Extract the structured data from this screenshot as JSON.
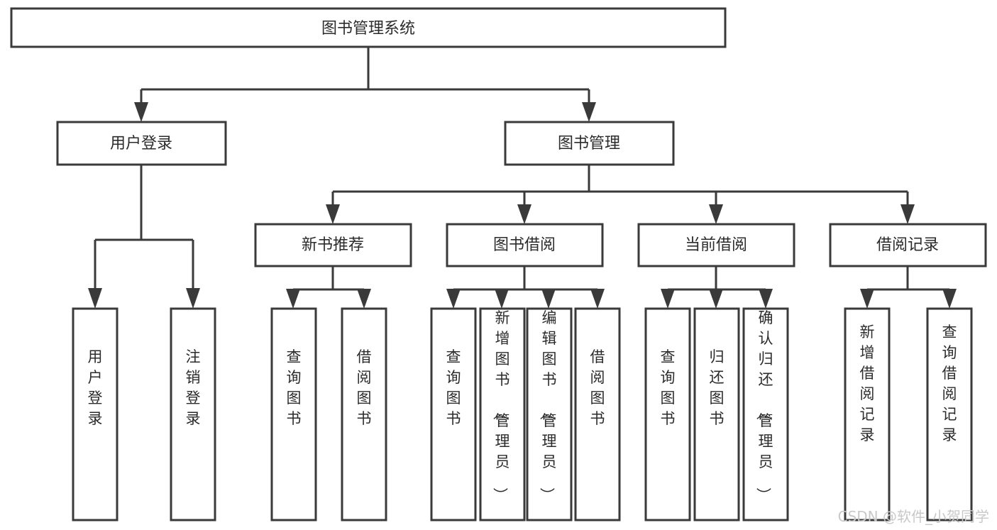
{
  "diagram": {
    "title": "图书管理系统",
    "type": "hierarchy-tree",
    "orientation": "top-down",
    "colors": {
      "background": "#ffffff",
      "box_border": "#3a3a3a",
      "box_fill": "#ffffff",
      "text": "#2b2b2b",
      "connector": "#3a3a3a",
      "watermark": "#c9c9c9"
    },
    "root": {
      "label": "图书管理系统"
    },
    "level1": [
      {
        "label": "用户登录"
      },
      {
        "label": "图书管理"
      }
    ],
    "level2": [
      {
        "label": "新书推荐"
      },
      {
        "label": "图书借阅"
      },
      {
        "label": "当前借阅"
      },
      {
        "label": "借阅记录"
      }
    ],
    "leaves": {
      "user_login": [
        {
          "label": "用户登录"
        },
        {
          "label": "注销登录"
        }
      ],
      "new_book_recommend": [
        {
          "label": "查询图书"
        },
        {
          "label": "借阅图书"
        }
      ],
      "book_borrow": [
        {
          "label": "查询图书"
        },
        {
          "label": "新增图书（管理员）"
        },
        {
          "label": "编辑图书（管理员）"
        },
        {
          "label": "借阅图书"
        }
      ],
      "current_borrow": [
        {
          "label": "查询图书"
        },
        {
          "label": "归还图书"
        },
        {
          "label": "确认归还（管理员）"
        }
      ],
      "borrow_record": [
        {
          "label": "新增借阅记录"
        },
        {
          "label": "查询借阅记录"
        }
      ]
    },
    "watermark": "CSDN @软件_小贺同学"
  }
}
